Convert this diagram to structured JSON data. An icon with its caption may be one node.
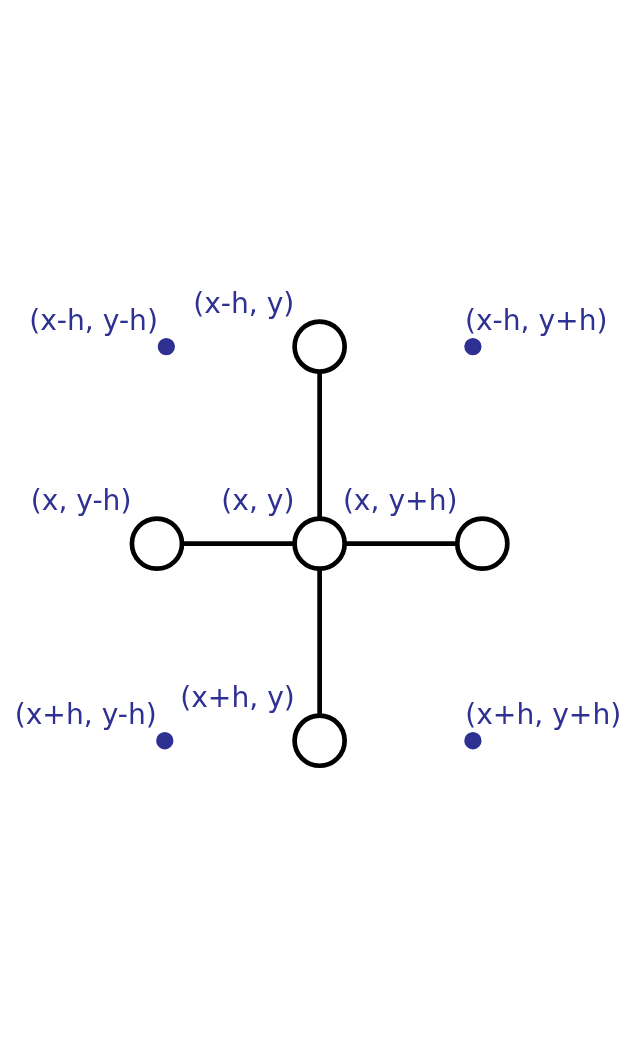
{
  "diagram": {
    "nodes": [
      {
        "text": [],
        "shape": "dot",
        "beside": [
          "(x-h, y-h)"
        ]
      },
      {
        "text": [],
        "shape": "circle",
        "beside": [
          "(x-h, y)"
        ]
      },
      {
        "text": [],
        "shape": "dot",
        "beside": [
          "(x-h, y+h)"
        ]
      },
      {
        "text": [],
        "shape": "circle",
        "beside": [
          "(x, y-h)"
        ]
      },
      {
        "text": [],
        "shape": "circle",
        "beside": [
          "(x, y)"
        ]
      },
      {
        "text": [],
        "shape": "circle",
        "beside": [
          "(x, y+h)"
        ]
      },
      {
        "text": [],
        "shape": "dot",
        "beside": [
          "(x+h, y-h)"
        ]
      },
      {
        "text": [],
        "shape": "circle",
        "beside": [
          "(x+h, y)"
        ]
      },
      {
        "text": [],
        "shape": "dot",
        "beside": [
          "(x+h, y+h)"
        ]
      }
    ],
    "edges": [
      {
        "from": 4,
        "to": 1,
        "arrow": "none"
      },
      {
        "from": 4,
        "to": 3,
        "arrow": "none"
      },
      {
        "from": 4,
        "to": 5,
        "arrow": "none"
      },
      {
        "from": 4,
        "to": 7,
        "arrow": "none"
      }
    ]
  }
}
